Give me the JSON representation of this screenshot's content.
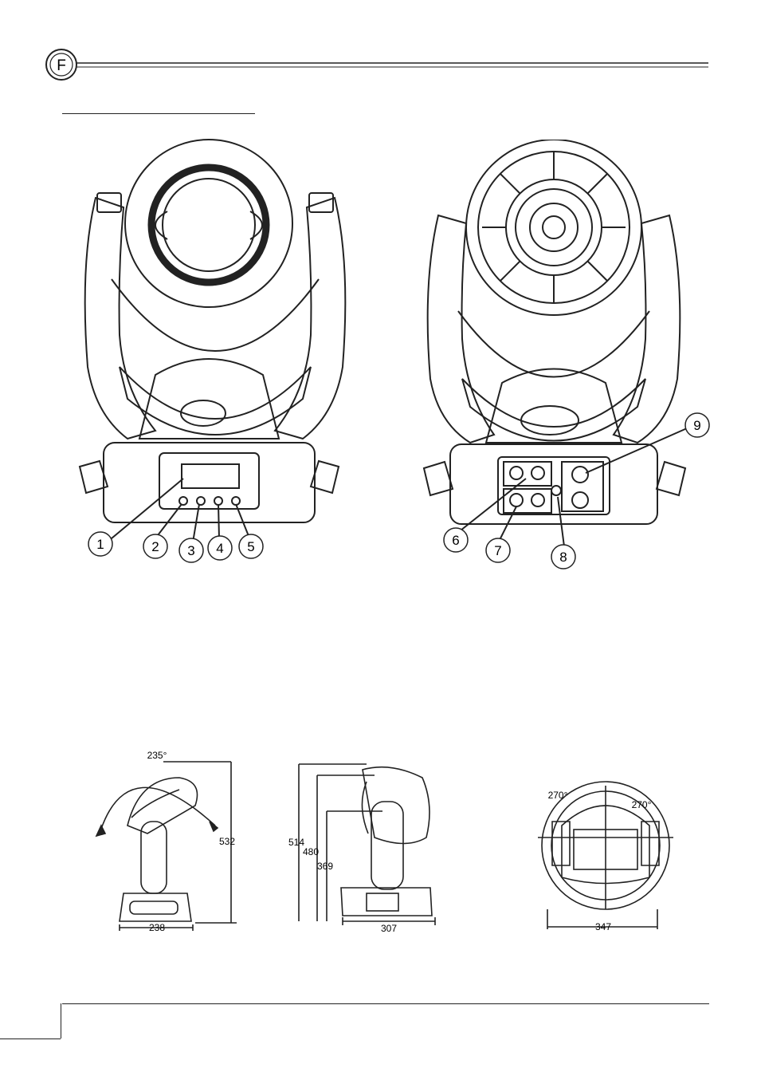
{
  "header": {
    "section_letter": "F"
  },
  "front_view": {
    "callouts": [
      "1",
      "2",
      "3",
      "4",
      "5"
    ]
  },
  "rear_view": {
    "callouts": [
      "6",
      "7",
      "8",
      "9"
    ]
  },
  "side_view_a": {
    "tilt_angle": "235°",
    "height": "532",
    "base_width": "238"
  },
  "side_view_b": {
    "height_total": "514",
    "height_mid": "480",
    "height_pivot": "369",
    "base_width": "307"
  },
  "top_view": {
    "pan_left": "270°",
    "pan_right": "270°",
    "diameter": "347"
  }
}
